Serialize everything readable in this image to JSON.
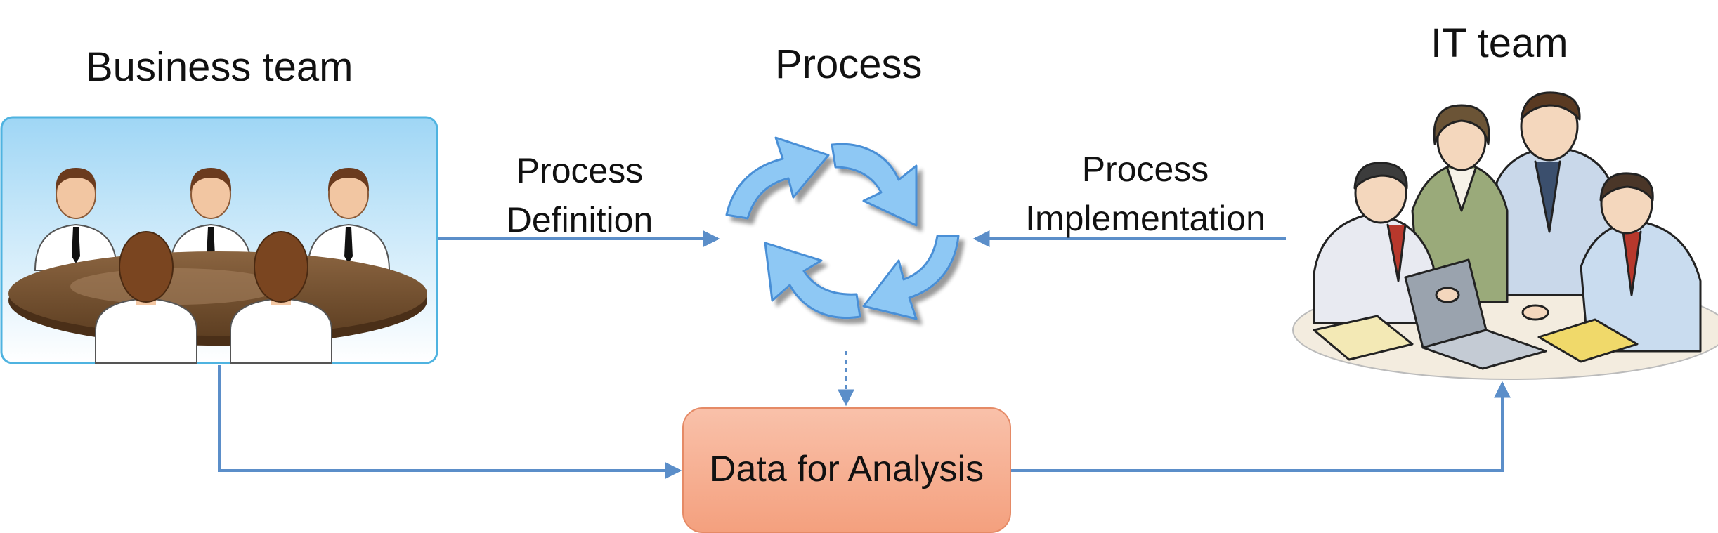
{
  "diagram": {
    "titles": {
      "business": "Business team",
      "process": "Process",
      "it": "IT team"
    },
    "edges": {
      "definition": [
        "Process",
        "Definition"
      ],
      "implementation": [
        "Process",
        "Implementation"
      ]
    },
    "data_box": "Data for Analysis"
  },
  "colors": {
    "connector": "#5b8ec9",
    "cycle_arrow": "#8ec8f4",
    "cycle_arrow_stroke": "#4a8fd6",
    "data_box_fill": "#f7a98b",
    "data_box_stroke": "#e58a66",
    "panel_sky": "#9fd6f5",
    "panel_border": "#4fb3e0",
    "table": "#7a5634"
  },
  "icons": {
    "business_meeting": "business-meeting-illustration",
    "it_team": "it-team-illustration",
    "cycle": "process-cycle-arrows-icon"
  }
}
